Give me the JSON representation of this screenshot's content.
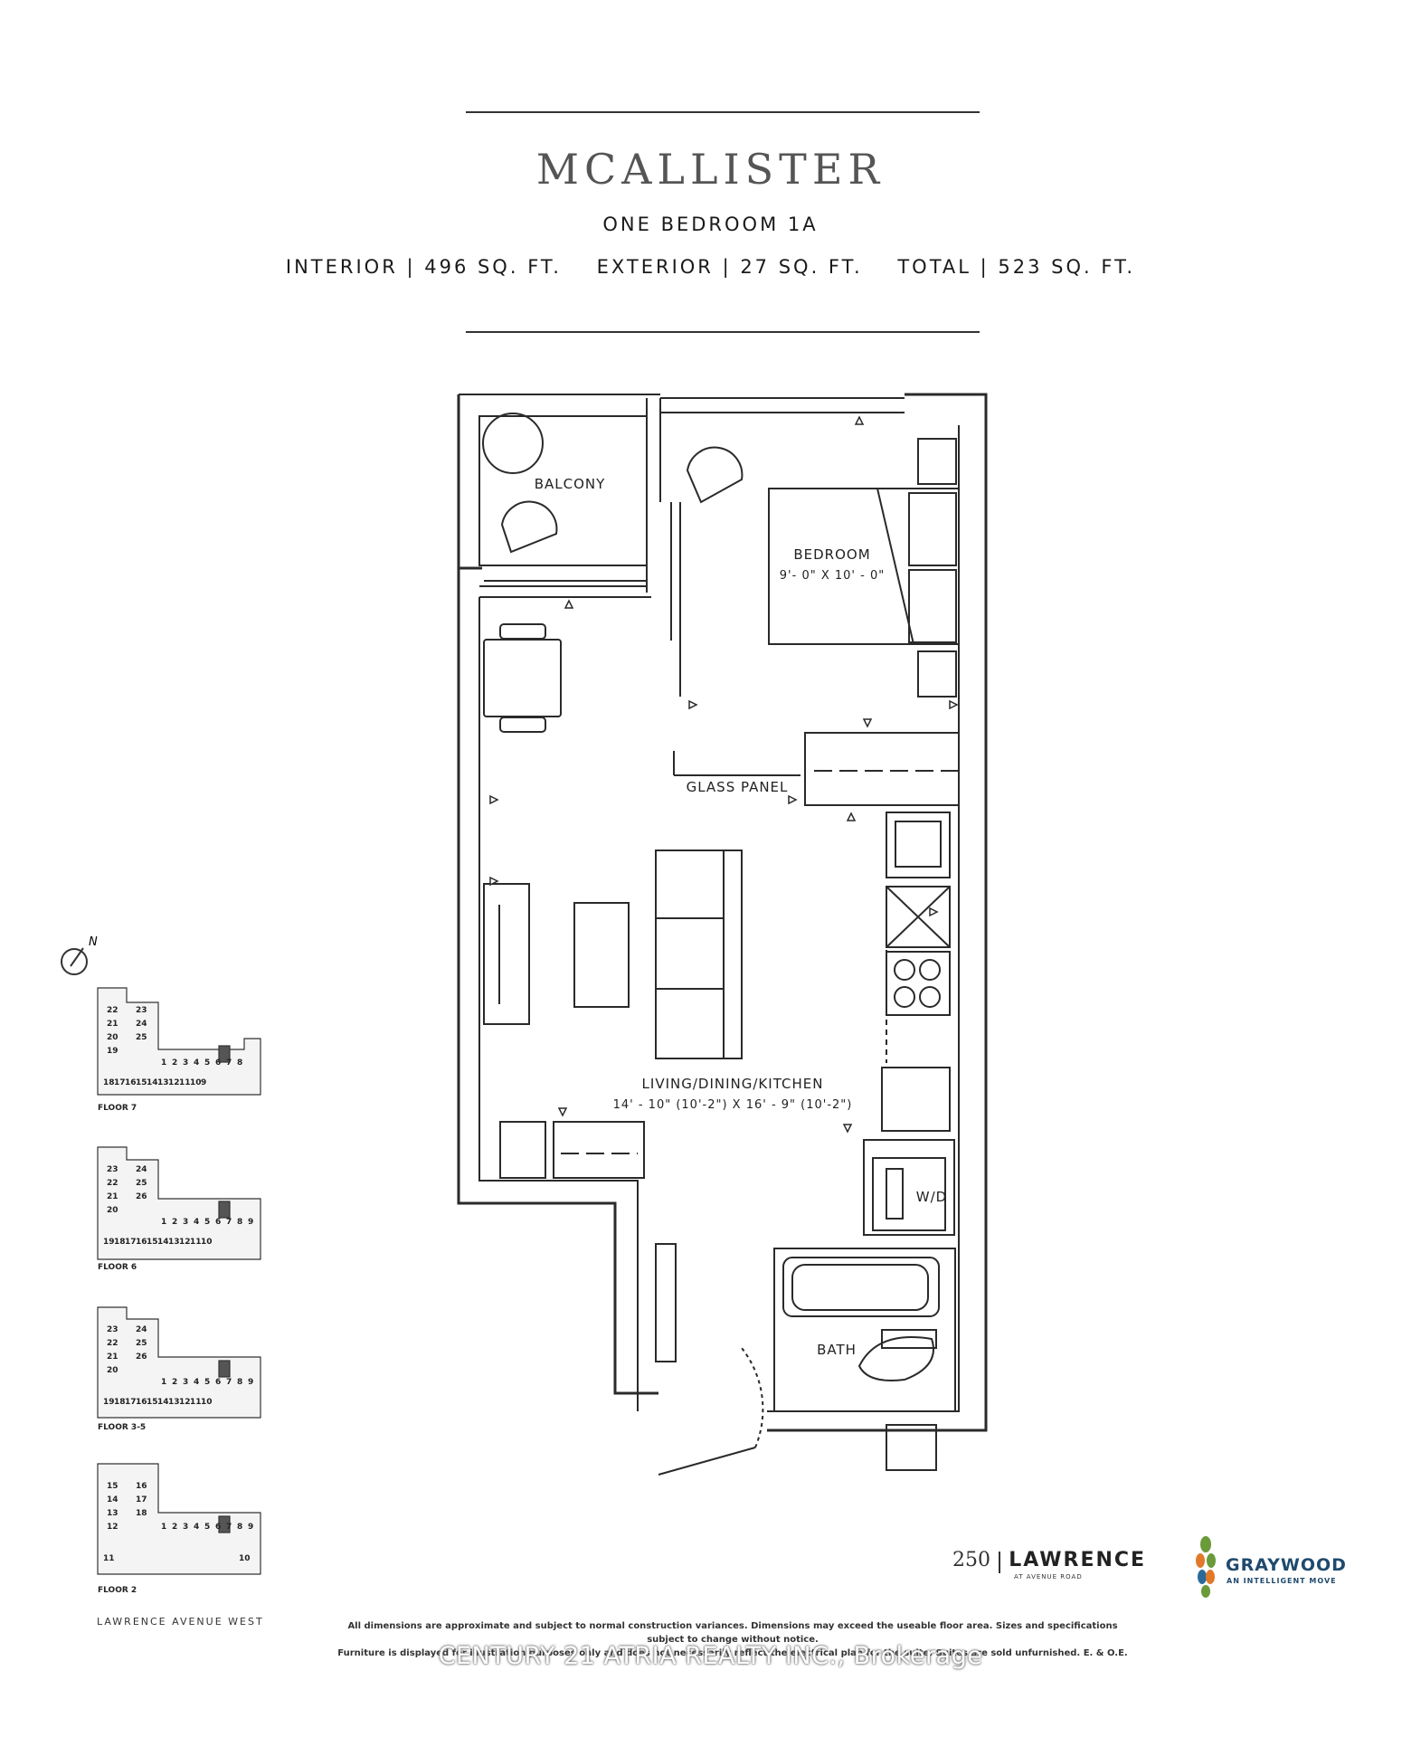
{
  "header": {
    "model_name": "MCALLISTER",
    "suite_type": "ONE BEDROOM 1A",
    "areas": "INTERIOR | 496 SQ. FT.    EXTERIOR | 27 SQ. FT.    TOTAL | 523 SQ. FT."
  },
  "floorplan": {
    "balcony": "BALCONY",
    "bedroom": "BEDROOM",
    "bedroom_dims": "9'- 0\" X 10' - 0\"",
    "glass_panel": "GLASS PANEL",
    "living": "LIVING/DINING/KITCHEN",
    "living_dims": "14' - 10\" (10'-2\") X 16' - 9\" (10'-2\")",
    "wd": "W/D",
    "bath": "BATH"
  },
  "keyplan": {
    "north": "N",
    "floors": [
      {
        "label": "FLOOR 7",
        "units": [
          "22",
          "23",
          "21",
          "24",
          "20",
          "25",
          "19",
          "1",
          "2",
          "3",
          "4",
          "5",
          "6",
          "7",
          "8",
          "18",
          "17",
          "16",
          "15",
          "14",
          "13",
          "12",
          "11",
          "10",
          "9"
        ]
      },
      {
        "label": "FLOOR 6",
        "units": [
          "23",
          "24",
          "22",
          "25",
          "21",
          "26",
          "20",
          "1",
          "2",
          "3",
          "4",
          "5",
          "6",
          "7",
          "8",
          "9",
          "19",
          "18",
          "17",
          "16",
          "15",
          "14",
          "13",
          "12",
          "11",
          "10"
        ]
      },
      {
        "label": "FLOOR 3-5",
        "units": [
          "23",
          "24",
          "22",
          "25",
          "21",
          "26",
          "20",
          "1",
          "2",
          "3",
          "4",
          "5",
          "6",
          "7",
          "8",
          "9",
          "19",
          "18",
          "17",
          "16",
          "15",
          "14",
          "13",
          "12",
          "11",
          "10"
        ]
      },
      {
        "label": "FLOOR 2",
        "units": [
          "15",
          "16",
          "14",
          "17",
          "13",
          "18",
          "12",
          "1",
          "2",
          "3",
          "4",
          "5",
          "6",
          "7",
          "8",
          "9",
          "11",
          "10"
        ]
      }
    ],
    "street": "LAWRENCE AVENUE WEST"
  },
  "footer": {
    "disclaimer_line1": "All dimensions are approximate and subject to normal construction variances. Dimensions may exceed the useable floor area. Sizes and specifications subject to change without notice.",
    "disclaimer_line2": "Furniture is displayed for illustration purposes only and does not necessarily reflect the electrical plan for the suite. Suites are sold unfurnished. E. & O.E.",
    "project_number": "250",
    "project_name": "LAWRENCE",
    "project_sub": "AT AVENUE ROAD",
    "developer": "GRAYWOOD",
    "developer_tagline": "AN INTELLIGENT MOVE",
    "watermark": "CENTURY 21 ATRIA REALTY INC., Brokerage"
  },
  "colors": {
    "wall": "#2a2a2a",
    "leaf_green": "#6a9a3a",
    "leaf_orange": "#e07a2a",
    "leaf_blue": "#2a6a9a",
    "brand_blue": "#1f4a6e"
  }
}
